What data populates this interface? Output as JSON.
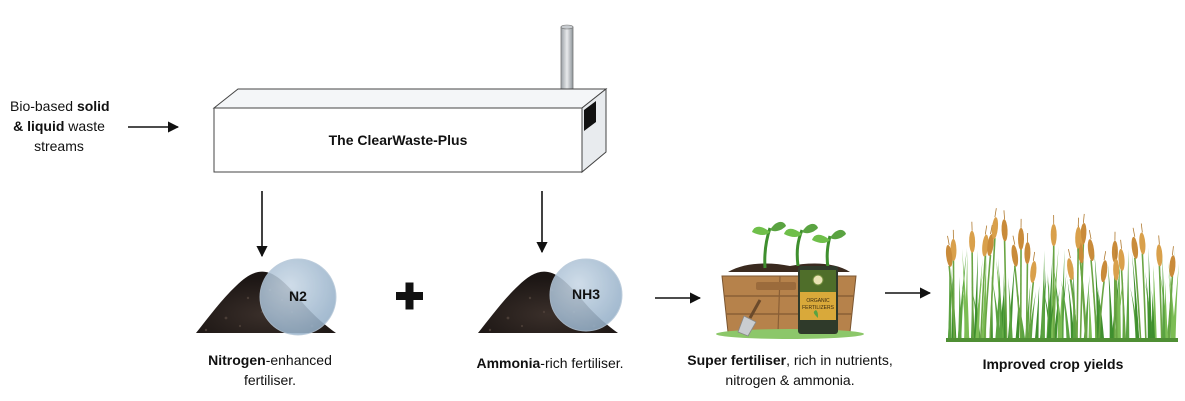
{
  "input": {
    "line1_pre": "Bio-based ",
    "line1_bold": "solid",
    "line2_bold": "& liquid",
    "line2_post": " waste",
    "line3": "streams"
  },
  "machine": {
    "title": "The ClearWaste-Plus"
  },
  "products": {
    "nitrogen": {
      "badge": "N2",
      "caption_bold": "Nitrogen",
      "caption_rest": "-enhanced",
      "caption_line2": "fertiliser."
    },
    "plus": "+",
    "ammonia": {
      "badge": "NH3",
      "caption_bold": "Ammonia",
      "caption_rest": "-rich fertiliser."
    },
    "super": {
      "caption_bold": "Super fertiliser",
      "caption_rest": ", rich in nutrients,",
      "caption_line2": "nitrogen & ammonia.",
      "bag_label_line1": "ORGANIC",
      "bag_label_line2": "FERTILIZERS"
    },
    "crops": {
      "caption_bold": "Improved crop yields"
    }
  },
  "colors": {
    "arrow": "#111111",
    "machine_face": "#ffffff",
    "machine_top": "#f4f6f8",
    "machine_side": "#e8ebee",
    "soil": "#2b2320",
    "badge_fill": "#9fb8cf",
    "planter_wood": "#b6824b",
    "wheat_gold": "#c98b3a",
    "grass_green": "#5aa341"
  }
}
